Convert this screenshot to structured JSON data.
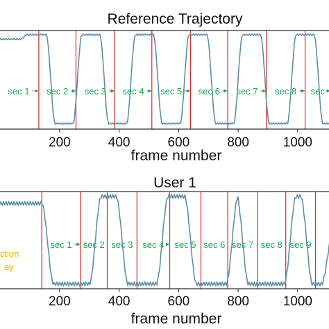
{
  "chart_data": [
    {
      "type": "line",
      "title": "Reference Trajectory",
      "xlabel": "frame number",
      "ylabel": "",
      "xlim": [
        -5,
        1110
      ],
      "ylim": [
        0,
        1
      ],
      "x_ticks": [
        200,
        400,
        600,
        800,
        1000
      ],
      "grid": false,
      "colors": {
        "signal": "#5b8fa8",
        "boundary": "#d62728",
        "section": "#1aa34a"
      },
      "trajectory": {
        "start_value": 0.95,
        "start_transition": 12,
        "levels": [
          {
            "x": 80,
            "value": 1.0
          },
          {
            "x": 170,
            "value": 0.0
          },
          {
            "x": 260,
            "value": 1.0
          },
          {
            "x": 350,
            "value": 0.0
          },
          {
            "x": 440,
            "value": 1.0
          },
          {
            "x": 530,
            "value": 0.0
          },
          {
            "x": 620,
            "value": 1.0
          },
          {
            "x": 710,
            "value": 0.0
          },
          {
            "x": 800,
            "value": 1.0
          },
          {
            "x": 890,
            "value": 0.0
          },
          {
            "x": 980,
            "value": 1.0
          },
          {
            "x": 1070,
            "value": 0.0
          }
        ],
        "transition_width": 30,
        "end_value": 0.5
      },
      "boundaries": [
        130,
        255,
        385,
        510,
        640,
        765,
        895,
        1025
      ],
      "sections": [
        {
          "label": "sec 1",
          "from": -5,
          "to": 130
        },
        {
          "label": "sec 2",
          "from": 130,
          "to": 255
        },
        {
          "label": "sec 3",
          "from": 255,
          "to": 385
        },
        {
          "label": "sec 4",
          "from": 385,
          "to": 510
        },
        {
          "label": "sec 5",
          "from": 510,
          "to": 640
        },
        {
          "label": "sec 6",
          "from": 640,
          "to": 765
        },
        {
          "label": "sec 7",
          "from": 765,
          "to": 895
        },
        {
          "label": "sec 8",
          "from": 895,
          "to": 1025
        },
        {
          "label": "sec",
          "from": 1025,
          "to": 1110
        }
      ],
      "section_value": 0.5
    },
    {
      "type": "line",
      "title": "User 1",
      "xlabel": "frame number",
      "ylabel": "",
      "xlim": [
        -5,
        1110
      ],
      "ylim": [
        0,
        1
      ],
      "x_ticks": [
        200,
        400,
        600,
        800,
        1000
      ],
      "grid": false,
      "colors": {
        "signal": "#5b8fa8",
        "boundary": "#d62728",
        "section": "#1aa34a",
        "annotation": "#e8b200"
      },
      "trajectory": {
        "start_value": 0.92,
        "start_transition": 0,
        "levels": [
          {
            "x": 160,
            "value": 0.0
          },
          {
            "x": 320,
            "value": 1.0
          },
          {
            "x": 410,
            "value": 0.0
          },
          {
            "x": 545,
            "value": 1.0
          },
          {
            "x": 640,
            "value": 0.0
          },
          {
            "x": 780,
            "value": 1.0
          },
          {
            "x": 815,
            "value": 0.0
          },
          {
            "x": 975,
            "value": 1.0
          },
          {
            "x": 1030,
            "value": 0.0
          },
          {
            "x": 1100,
            "value": 0.6
          }
        ],
        "transition_width": 40,
        "end_value": 0.6
      },
      "boundaries": [
        140,
        270,
        360,
        460,
        570,
        675,
        765,
        865,
        960,
        1060
      ],
      "sections": [
        {
          "label": "sec 1",
          "from": 140,
          "to": 270
        },
        {
          "label": "sec 2",
          "from": 270,
          "to": 360
        },
        {
          "label": "sec 3",
          "from": 360,
          "to": 460
        },
        {
          "label": "sec 4",
          "from": 460,
          "to": 570
        },
        {
          "label": "sec 5",
          "from": 570,
          "to": 675
        },
        {
          "label": "sec 6",
          "from": 675,
          "to": 765
        },
        {
          "label": "sec 7",
          "from": 765,
          "to": 865
        },
        {
          "label": "sec 8",
          "from": 865,
          "to": 960
        },
        {
          "label": "sec 9",
          "from": 960,
          "to": 1060
        }
      ],
      "section_value": 0.5,
      "annotation": {
        "lines": [
          "ction",
          "ay"
        ]
      }
    }
  ]
}
